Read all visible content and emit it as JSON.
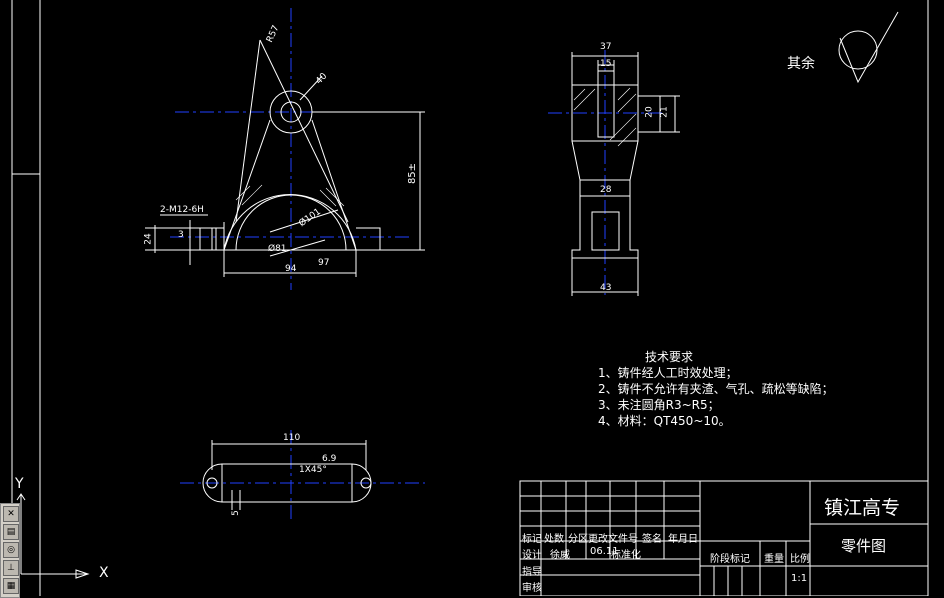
{
  "drawing": {
    "roughness_label": "其余",
    "tech_title": "技术要求",
    "tech_items": [
      "1、铸件经人工时效处理；",
      "2、铸件不允许有夹渣、气孔、疏松等缺陷；",
      "3、未注圆角R3~R5；",
      "4、材料：QT450~10。"
    ],
    "dims": {
      "r57": "R57",
      "d40": "40",
      "h85": "85±",
      "thread": "2-M12-6H",
      "d24": "24",
      "d3": "3",
      "phi101": "Ø101",
      "phi81": "Ø81",
      "d94": "94",
      "d97": "97",
      "d37": "37",
      "d15": "15",
      "d20": "20",
      "d21": "21",
      "d28": "28",
      "d43": "43",
      "d110": "110",
      "chamfer": "1X45°",
      "d69": "6.9",
      "d5": "5"
    }
  },
  "title_block": {
    "school": "镇江高专",
    "part_name": "零件图",
    "row_headers": [
      "标记",
      "处数",
      "分区",
      "更改文件号",
      "签名",
      "年月日"
    ],
    "design_label": "设计",
    "designer": "徐威",
    "design_date": "06.11",
    "standardize_label": "标准化",
    "stage_label": "阶段标记",
    "weight_label": "重量",
    "scale_label": "比例",
    "scale_value": "1:1",
    "guide_label": "指导",
    "review_label": "审核"
  },
  "ucs": {
    "x_label": "X",
    "y_label": "Y"
  },
  "colors": {
    "background": "#000000",
    "lines": "#ffffff",
    "centerline": "#2040ff",
    "dimension": "#ffffff"
  }
}
